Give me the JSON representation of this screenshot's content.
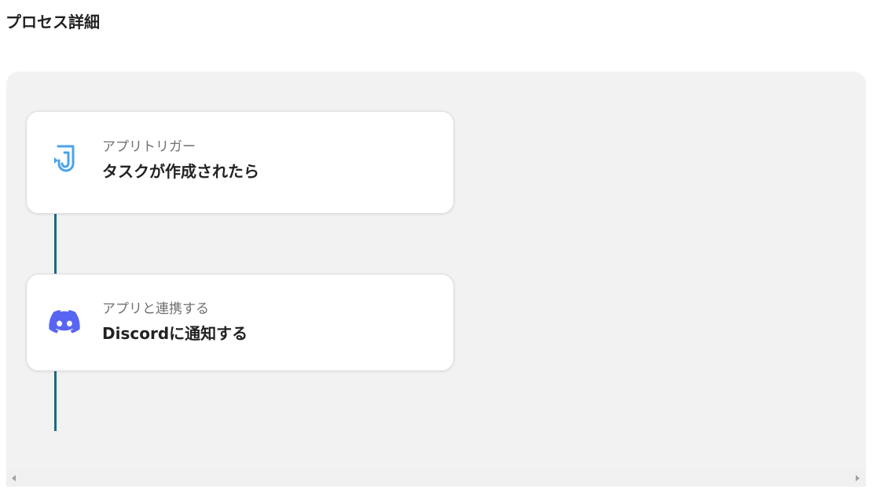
{
  "header": {
    "title": "プロセス詳細"
  },
  "flow": {
    "connector_color": "#1d6880",
    "steps": [
      {
        "icon": "jooto-app-icon",
        "icon_color": "#4aa3e8",
        "label": "アプリトリガー",
        "title": "タスクが作成されたら"
      },
      {
        "icon": "discord-icon",
        "icon_color": "#5865f2",
        "label": "アプリと連携する",
        "title": "Discordに通知する"
      }
    ]
  },
  "scrollbar": {
    "left_icon": "scroll-left-icon",
    "right_icon": "scroll-right-icon"
  }
}
